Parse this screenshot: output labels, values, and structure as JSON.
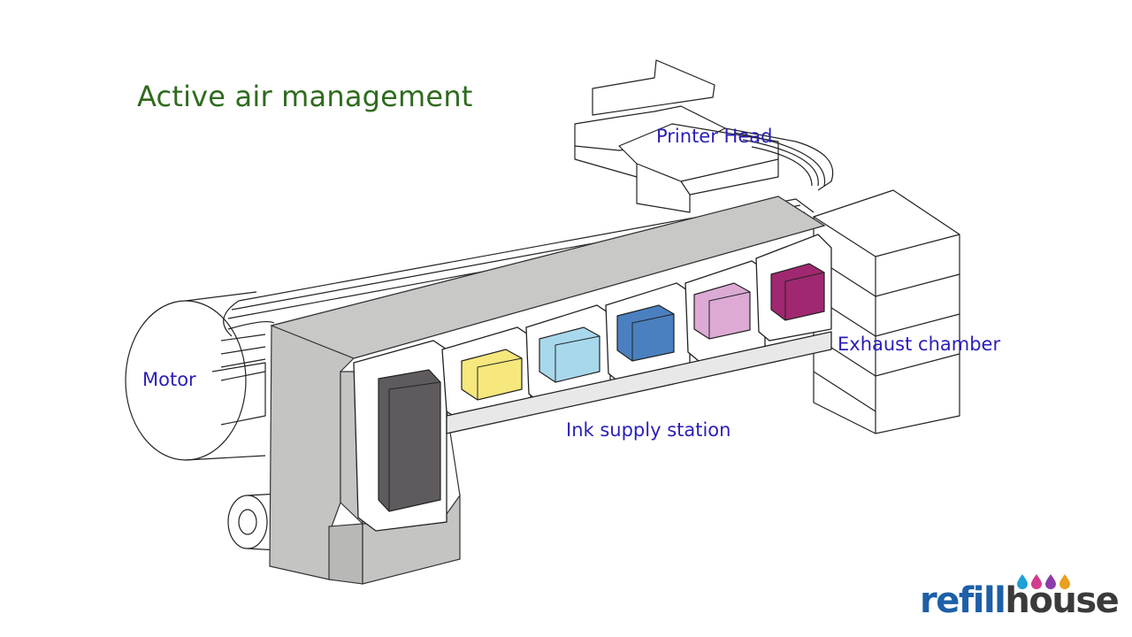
{
  "title": "Active air management",
  "labels": {
    "printer_head": "Printer Head",
    "exhaust_chamber": "Exhaust chamber",
    "motor": "Motor",
    "ink_supply_station": "Ink supply station"
  },
  "logo": {
    "part1": "refill",
    "part2": "house",
    "drop_colors": [
      "#1ea0d8",
      "#d23c8c",
      "#8c3ca8",
      "#e8a020"
    ]
  },
  "colors": {
    "title": "#2e6b1e",
    "label": "#2a1fb8",
    "housing": "#c4c4c2",
    "cartridge_black": "#5e5a5e",
    "cartridge_yellow": "#f6e87c",
    "cartridge_cyan": "#a8d8ec",
    "cartridge_blue": "#4a80c0",
    "cartridge_pink": "#dcaad4",
    "cartridge_magenta": "#a02870"
  }
}
